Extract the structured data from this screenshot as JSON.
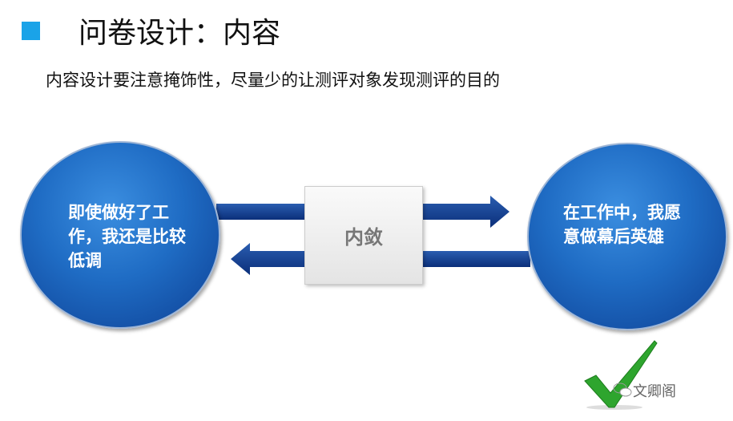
{
  "header": {
    "title": "问卷设计：内容",
    "accent_color": "#1aa3e8"
  },
  "subtitle": "内容设计要注意掩饰性，尽量少的让测评对象发现测评的目的",
  "diagram": {
    "left_node": "即使做好了工作，我还是比较低调",
    "center_node": "内敛",
    "right_node": "在工作中，我愿意做幕后英雄"
  },
  "watermark": "文卿阁",
  "icons": {
    "check": "check-icon",
    "wechat": "wechat-icon"
  }
}
